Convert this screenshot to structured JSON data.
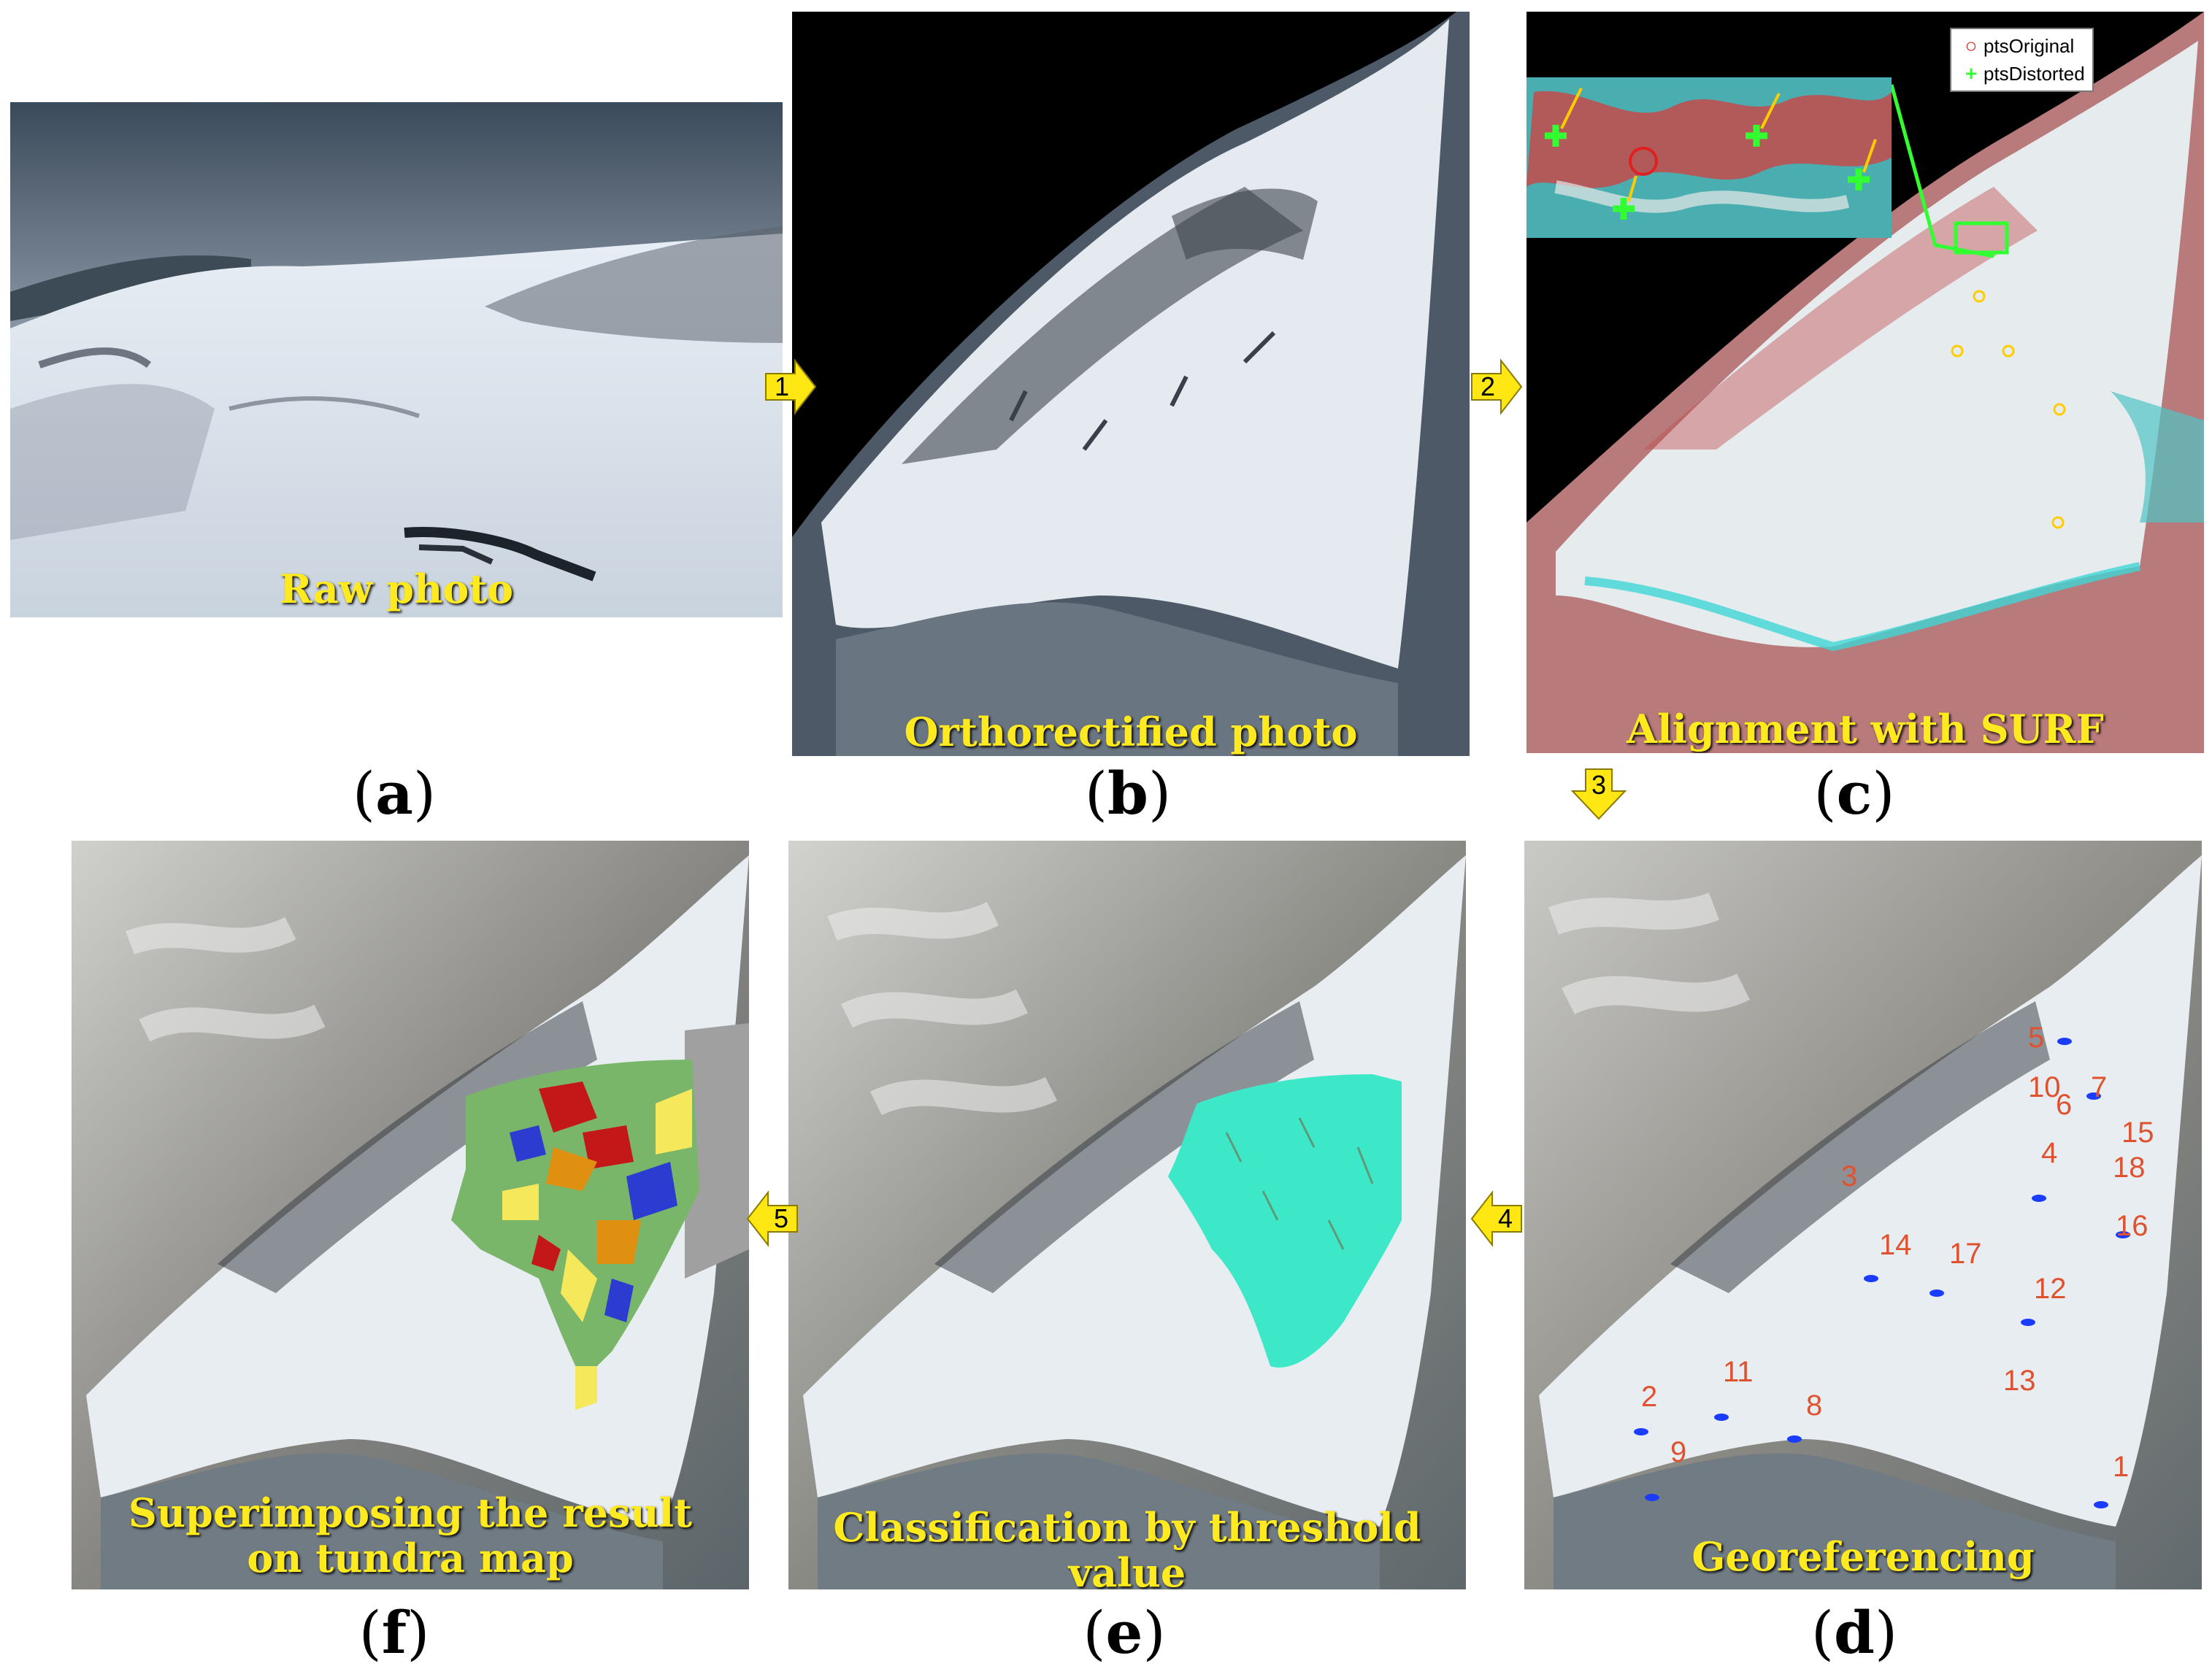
{
  "panels": [
    {
      "id": "a",
      "caption": "Raw photo"
    },
    {
      "id": "b",
      "caption": "Orthorectified photo"
    },
    {
      "id": "c",
      "caption": "Alignment with SURF"
    },
    {
      "id": "d",
      "caption": "Georeferencing"
    },
    {
      "id": "e",
      "caption_line1": "Classification by threshold",
      "caption_line2": "value"
    },
    {
      "id": "f",
      "caption_line1": "Superimposing the result",
      "caption_line2": "on tundra map"
    }
  ],
  "sublabels": {
    "a": "a",
    "b": "b",
    "c": "c",
    "d": "d",
    "e": "e",
    "f": "f"
  },
  "steps": [
    "1",
    "2",
    "3",
    "4",
    "5"
  ],
  "legend": {
    "original": "ptsOriginal",
    "distorted": "ptsDistorted"
  },
  "gcp_labels": [
    "5",
    "10",
    "7",
    "6",
    "15",
    "4",
    "18",
    "3",
    "16",
    "14",
    "17",
    "12",
    "2",
    "11",
    "8",
    "13",
    "9",
    "1"
  ],
  "colors": {
    "caption": "#ffea1f",
    "arrow": "#ffe714",
    "gcp_text": "#e0522e",
    "classified": "#3de8c8"
  }
}
